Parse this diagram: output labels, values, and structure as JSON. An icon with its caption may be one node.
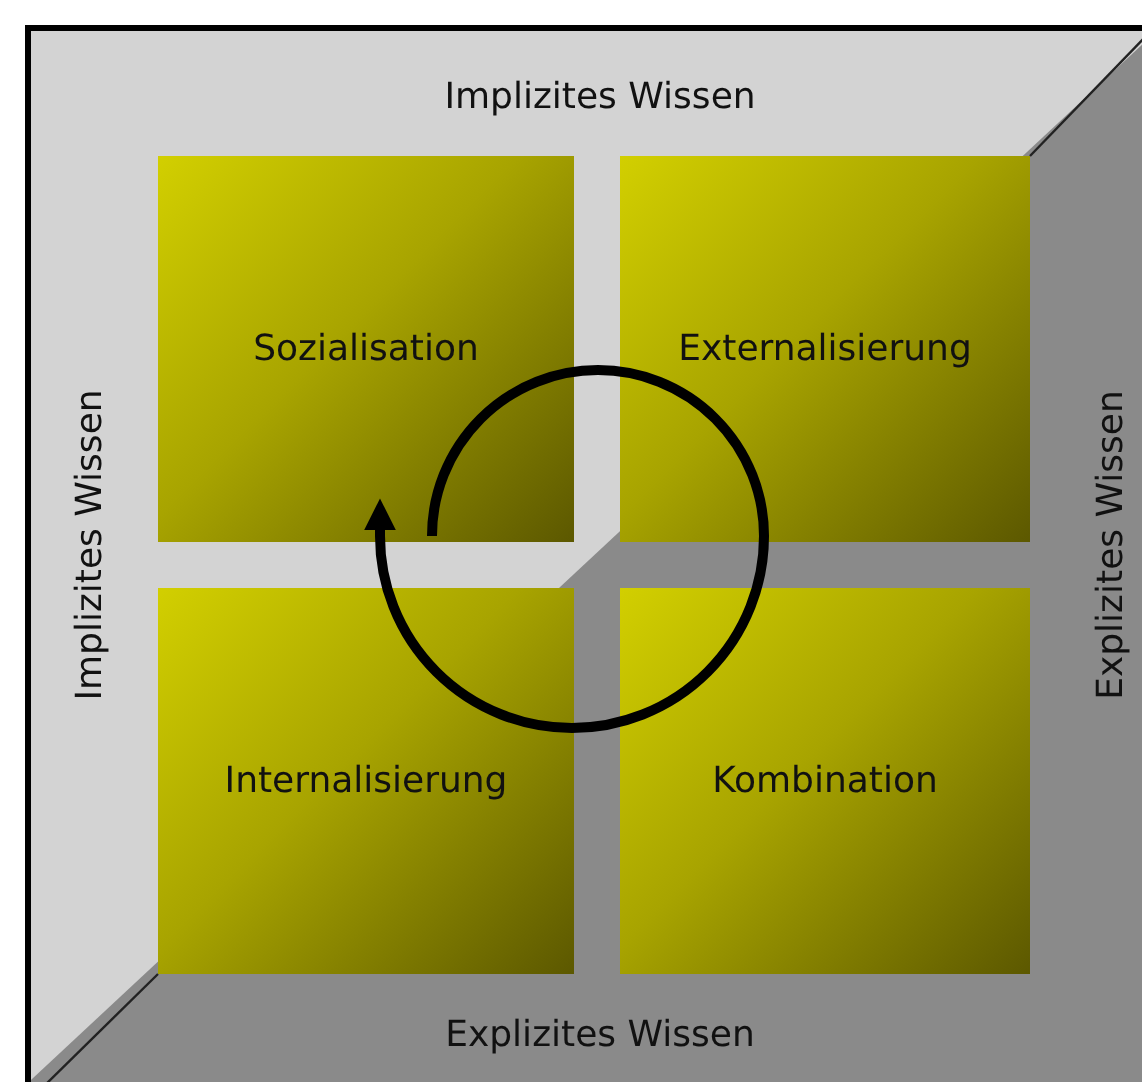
{
  "diagram": {
    "nodes": [
      {
        "text": [
          "Sozialisation"
        ]
      },
      {
        "text": [
          "Externalisierung"
        ]
      },
      {
        "text": [
          "Internalisierung"
        ]
      },
      {
        "text": [
          "Kombination"
        ]
      }
    ],
    "labels": [
      "Implizites Wissen",
      "Implizites Wissen",
      "Explizites Wissen",
      "Explizites Wissen"
    ]
  }
}
